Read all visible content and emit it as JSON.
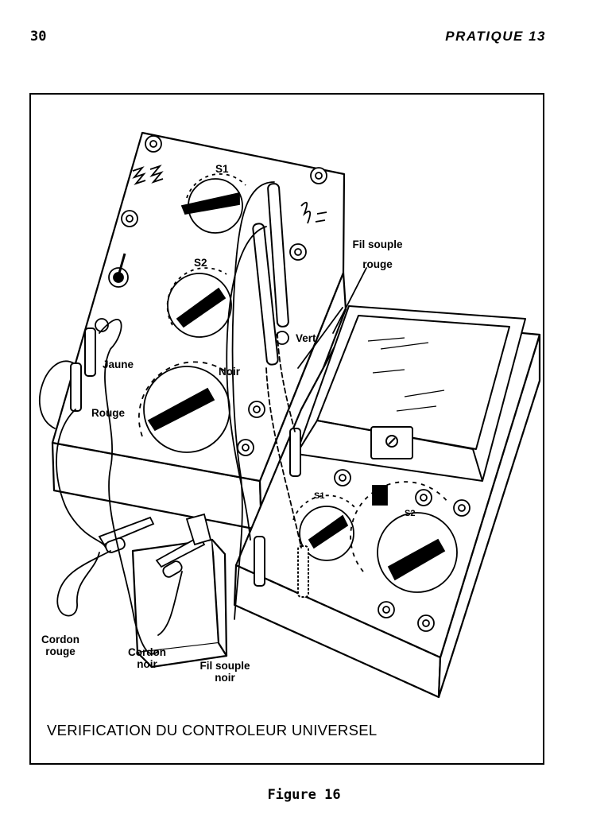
{
  "header": {
    "page_number": "30",
    "running_head": "PRATIQUE 13"
  },
  "figure": {
    "labels": {
      "s1_top": "S1",
      "s2_top": "S2",
      "jaune": "Jaune",
      "rouge": "Rouge",
      "noir": "Noir",
      "vert": "Vert",
      "fil_souple_rouge_line1": "Fil souple",
      "fil_souple_rouge_line2": "rouge",
      "s1_bottom": "S1",
      "s2_bottom": "S2",
      "cordon_rouge_line1": "Cordon",
      "cordon_rouge_line2": "rouge",
      "cordon_noir_line1": "Cordon",
      "cordon_noir_line2": "noir",
      "fil_souple_noir_line1": "Fil souple",
      "fil_souple_noir_line2": "noir"
    },
    "caption": "VERIFICATION DU CONTROLEUR UNIVERSEL",
    "number": "Figure 16"
  }
}
